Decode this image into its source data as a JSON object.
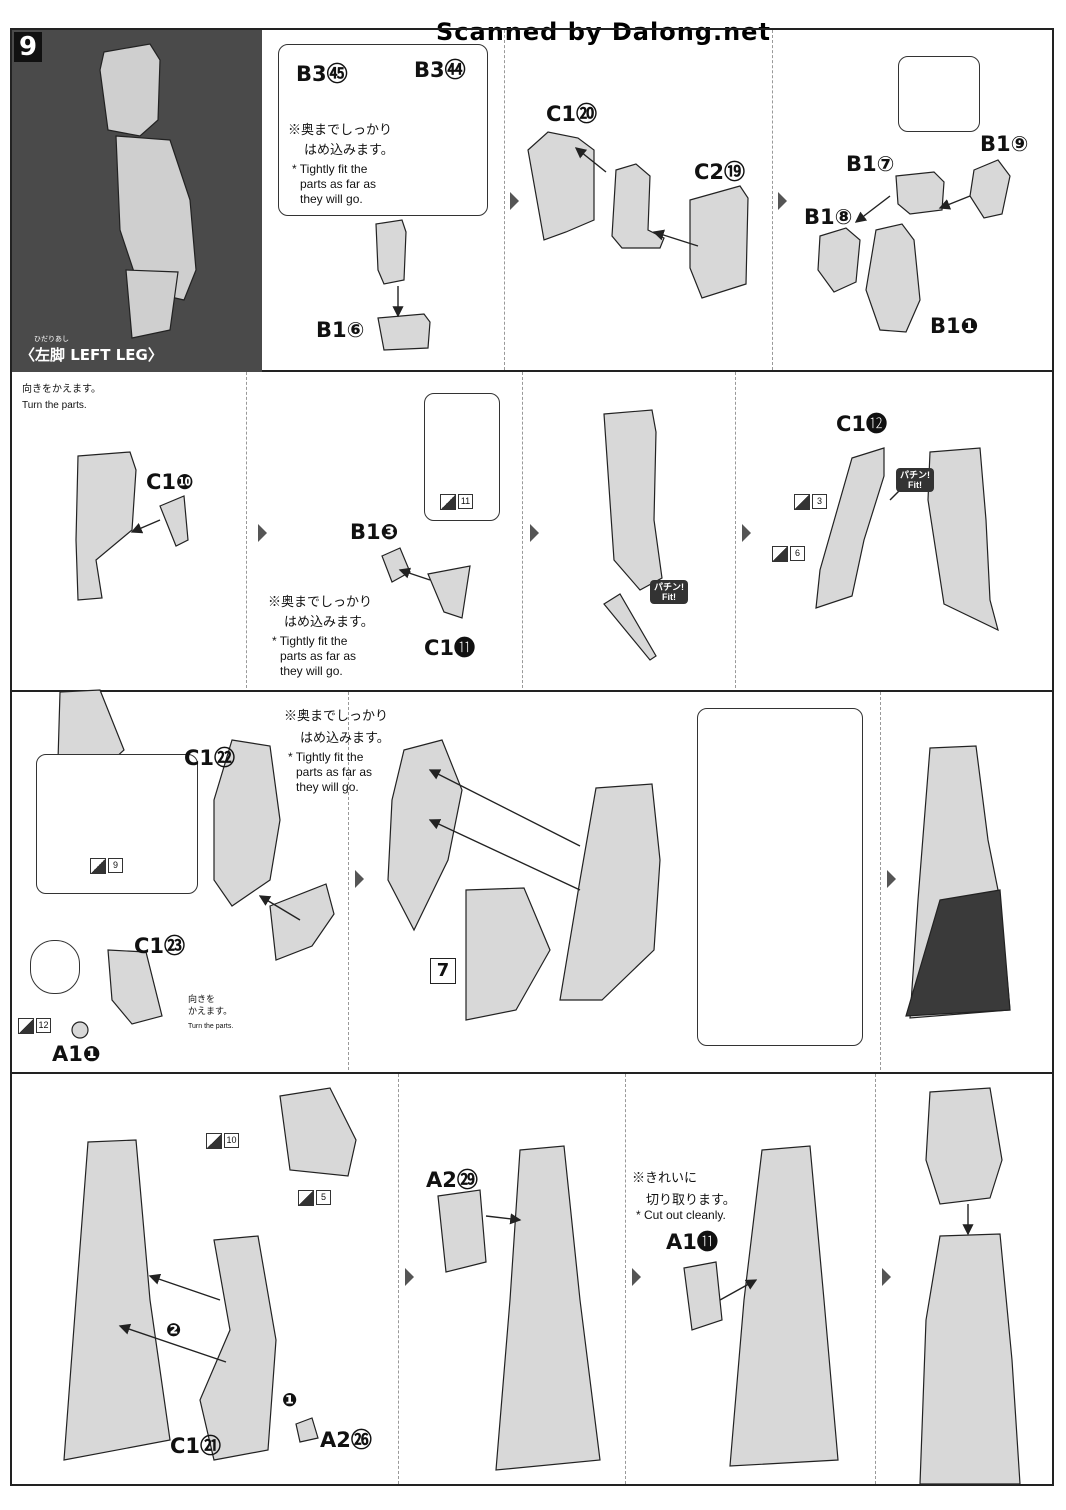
{
  "watermark": "Scanned by Dalong.net",
  "step": {
    "number": "9",
    "title_ruby": "ひだりあし",
    "title": "〈左脚 LEFT LEG〉"
  },
  "labels": {
    "b3_45": "B3㊺",
    "b3_44": "B3㊹",
    "b1_6": "B1⑥",
    "c1_20": "C1⑳",
    "c2_19": "C2⑲",
    "b1_7": "B1⑦",
    "b1_9": "B1⑨",
    "b1_8": "B1⑧",
    "b1_1": "B1❶",
    "c1_10": "C1❿",
    "b1_3": "B1❸",
    "c1_11": "C1⓫",
    "c1_12": "C1⓬",
    "c1_22": "C1㉒",
    "c1_23": "C1㉓",
    "a1_1": "A1❶",
    "a2_29": "A2㉙",
    "a1_11": "A1⓫",
    "c1_21": "C1㉑",
    "a2_26": "A2㉖"
  },
  "notes": {
    "push_jp1": "※奥までしっかり",
    "push_jp2": "はめ込みます。",
    "push_en1": "* Tightly fit the",
    "push_en2": "parts as far as",
    "push_en3": "they will go.",
    "turn_jp": "向きをかえます。",
    "turn_en": "Turn the parts.",
    "turn_small_jp1": "向きを",
    "turn_small_jp2": "かえます。",
    "turn_small_en": "Turn the parts.",
    "cut_jp1": "※きれいに",
    "cut_jp2": "切り取ります。",
    "cut_en": "* Cut out cleanly."
  },
  "fit_badge": {
    "jp": "パチン!",
    "en": "Fit!"
  },
  "sticker_refs": [
    "11",
    "3",
    "6",
    "9",
    "12",
    "10",
    "5"
  ],
  "marker_7": "7",
  "order_marks": [
    "❷",
    "❶"
  ]
}
